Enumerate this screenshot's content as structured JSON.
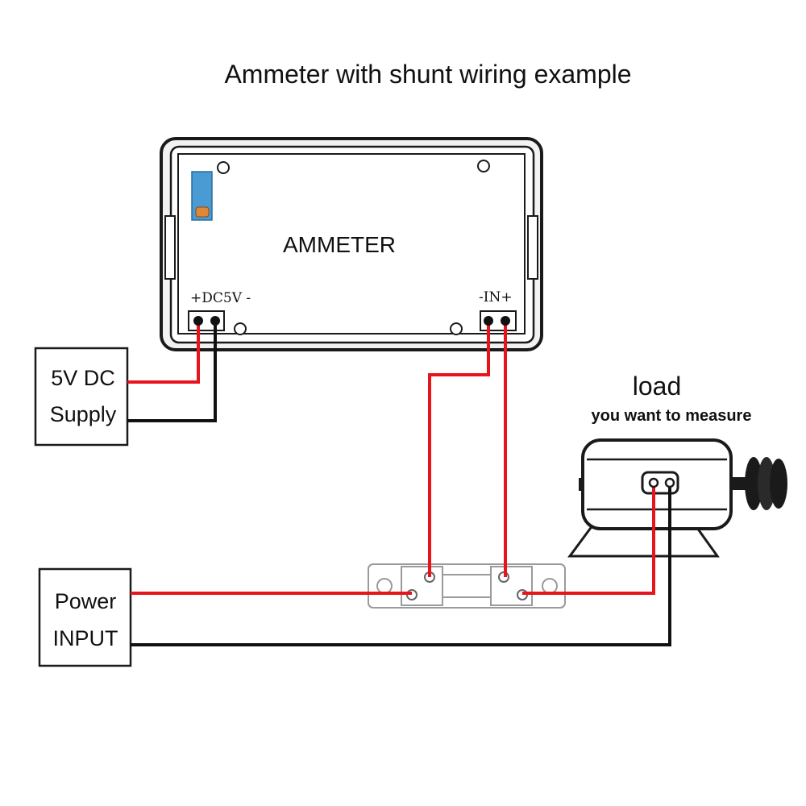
{
  "title": "Ammeter with shunt wiring example",
  "ammeter": {
    "label": "AMMETER",
    "power_terminal_label": "+DC5V -",
    "input_terminal_label": "-IN+"
  },
  "supply_box": {
    "line1": "5V DC",
    "line2": "Supply"
  },
  "power_box": {
    "line1": "Power",
    "line2": "INPUT"
  },
  "load": {
    "label": "load",
    "sublabel": "you want to measure"
  },
  "colors": {
    "wire_positive": "#e8141b",
    "wire_negative": "#111111",
    "outline": "#1a1a1a",
    "accent_chip": "#4a9ad4"
  }
}
